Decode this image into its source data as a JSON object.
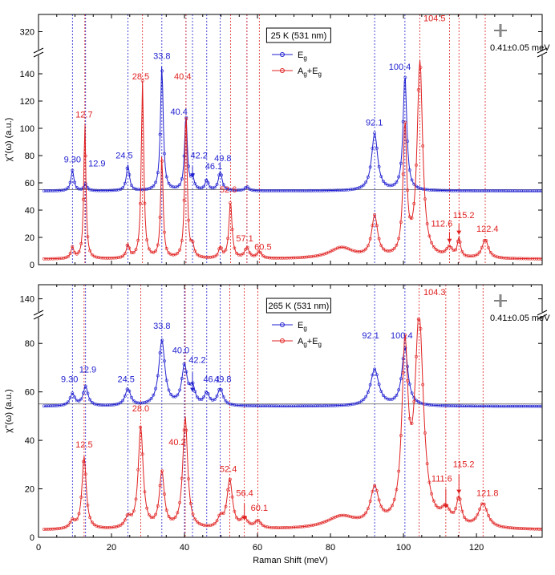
{
  "colors": {
    "eg": "#2020d0",
    "ag": "#e02020",
    "axis": "#000000",
    "baseline": "#555555"
  },
  "chart_data": [
    {
      "type": "line",
      "panel_label": "25 K (531 nm)",
      "resolution_label": "0.41±0.05 meV",
      "ylabel": "χ''(ω) (a.u.)",
      "xlim": [
        0,
        138
      ],
      "ylim": [
        0,
        150
      ],
      "ylim_upper_break": [
        310,
        330
      ],
      "yticks": [
        0,
        20,
        40,
        60,
        80,
        100,
        120,
        140
      ],
      "yticks_upper": [
        320
      ],
      "baseline_y": 55,
      "series": [
        {
          "name": "Eg",
          "label_main": "E",
          "label_sub": "g",
          "color": "#2020d0",
          "offset": 54,
          "peaks": [
            [
              9.3,
              15,
              0.5
            ],
            [
              12.9,
              5,
              0.5
            ],
            [
              24.5,
              19,
              0.5
            ],
            [
              33.8,
              92,
              0.45
            ],
            [
              40.4,
              55,
              0.45
            ],
            [
              42.2,
              9,
              0.5
            ],
            [
              46.1,
              8,
              0.5
            ],
            [
              49.8,
              14,
              0.6
            ],
            [
              57.1,
              3,
              0.6
            ],
            [
              92.1,
              42,
              1.0
            ],
            [
              100.4,
              85,
              0.6
            ]
          ]
        },
        {
          "name": "Ag+Eg",
          "label_main": "A",
          "label_sub": "g",
          "label_rest": "+E",
          "label_sub2": "g",
          "color": "#e02020",
          "offset": 4,
          "peaks": [
            [
              9.3,
              8,
              0.5
            ],
            [
              12.7,
              100,
              0.35
            ],
            [
              24.5,
              10,
              0.5
            ],
            [
              28.5,
              130,
              0.4
            ],
            [
              33.8,
              75,
              0.4
            ],
            [
              40.4,
              108,
              0.4
            ],
            [
              42.2,
              8,
              0.5
            ],
            [
              49.8,
              8,
              0.5
            ],
            [
              52.6,
              42,
              0.5
            ],
            [
              57.1,
              8,
              0.7
            ],
            [
              60.5,
              5,
              0.7
            ],
            [
              83,
              8,
              4
            ],
            [
              92.1,
              30,
              1.0
            ],
            [
              100.4,
              95,
              0.6
            ],
            [
              104.5,
              145,
              0.9
            ],
            [
              112.6,
              7,
              1.0
            ],
            [
              115.2,
              14,
              0.5
            ],
            [
              122.4,
              14,
              1.0
            ]
          ]
        }
      ],
      "peak_labels": [
        {
          "text": "9.30",
          "x": 9.3,
          "y": 75,
          "color": "eg"
        },
        {
          "text": "12.9",
          "x": 16,
          "y": 72,
          "color": "eg"
        },
        {
          "text": "24.5",
          "x": 23.5,
          "y": 78,
          "color": "eg"
        },
        {
          "text": "33.8",
          "x": 33.8,
          "y": 151,
          "color": "eg"
        },
        {
          "text": "40.4",
          "x": 38.5,
          "y": 110,
          "color": "eg"
        },
        {
          "text": "42.2",
          "x": 44,
          "y": 78,
          "color": "eg"
        },
        {
          "text": "46.1",
          "x": 48,
          "y": 70,
          "color": "eg"
        },
        {
          "text": "49.8",
          "x": 50.5,
          "y": 76,
          "color": "eg"
        },
        {
          "text": "92.1",
          "x": 92,
          "y": 102,
          "color": "eg"
        },
        {
          "text": "100.4",
          "x": 99,
          "y": 143,
          "color": "eg"
        },
        {
          "text": "12.7",
          "x": 12.5,
          "y": 108,
          "color": "ag"
        },
        {
          "text": "28.5",
          "x": 28,
          "y": 136,
          "color": "ag"
        },
        {
          "text": "40.4",
          "x": 39.5,
          "y": 136,
          "color": "ag"
        },
        {
          "text": "52.6",
          "x": 52,
          "y": 53,
          "color": "ag"
        },
        {
          "text": "57.1",
          "x": 56.5,
          "y": 17,
          "color": "ag"
        },
        {
          "text": "60.5",
          "x": 61.5,
          "y": 11,
          "color": "ag"
        },
        {
          "text": "112.6",
          "x": 110.5,
          "y": 28,
          "color": "ag"
        },
        {
          "text": "115.2",
          "x": 116.5,
          "y": 34,
          "color": "ag"
        },
        {
          "text": "122.4",
          "x": 123,
          "y": 24,
          "color": "ag"
        }
      ],
      "upper_labels": [
        {
          "text": "104.5",
          "x": 108.5,
          "y": 326,
          "color": "ag"
        }
      ],
      "arrows": [
        {
          "x": 42.2,
          "y_from": 72,
          "y_to": 64,
          "color": "eg"
        },
        {
          "x": 112.6,
          "y_from": 24,
          "y_to": 16,
          "color": "ag"
        },
        {
          "x": 115.2,
          "y_from": 30,
          "y_to": 22,
          "color": "ag"
        }
      ],
      "vlines_eg": [
        9.3,
        12.9,
        24.5,
        33.8,
        40.4,
        42.2,
        46.1,
        49.8,
        57.1,
        92.1,
        100.4
      ],
      "vlines_ag": [
        12.7,
        28.5,
        40.4,
        52.6,
        57.1,
        60.5,
        104.5,
        112.6,
        115.2,
        122.4
      ]
    },
    {
      "type": "line",
      "panel_label": "265 K (531 nm)",
      "resolution_label": "0.41±0.05 meV",
      "ylabel": "χ''(ω) (a.u.)",
      "xlabel": "Raman Shift (meV)",
      "xlim": [
        0,
        138
      ],
      "xticks": [
        0,
        20,
        40,
        60,
        80,
        100,
        120
      ],
      "ylim": [
        0,
        90
      ],
      "ylim_upper_break": [
        133,
        148
      ],
      "yticks": [
        0,
        20,
        40,
        60,
        80
      ],
      "yticks_upper": [
        140
      ],
      "baseline_y": 55,
      "series": [
        {
          "name": "Eg",
          "label_main": "E",
          "label_sub": "g",
          "color": "#2020d0",
          "offset": 54,
          "peaks": [
            [
              9.3,
              5,
              0.8
            ],
            [
              12.9,
              8,
              0.8
            ],
            [
              24.5,
              7,
              0.9
            ],
            [
              33.8,
              27,
              1.0
            ],
            [
              40.0,
              16,
              0.9
            ],
            [
              42.2,
              7,
              0.8
            ],
            [
              46.1,
              5,
              0.8
            ],
            [
              49.8,
              7,
              0.9
            ],
            [
              92.1,
              15,
              1.4
            ],
            [
              100.4,
              24,
              1.0
            ]
          ]
        },
        {
          "name": "Ag+Eg",
          "label_main": "A",
          "label_sub": "g",
          "label_rest": "+E",
          "label_sub2": "g",
          "color": "#e02020",
          "offset": 3,
          "peaks": [
            [
              9.3,
              3,
              0.8
            ],
            [
              12.5,
              30,
              0.7
            ],
            [
              24.5,
              4,
              0.9
            ],
            [
              28.0,
              42,
              0.8
            ],
            [
              33.8,
              23,
              0.8
            ],
            [
              40.2,
              46,
              0.8
            ],
            [
              49.8,
              4,
              0.8
            ],
            [
              52.4,
              20,
              0.9
            ],
            [
              56.4,
              4,
              1.0
            ],
            [
              60.1,
              3,
              1.0
            ],
            [
              83,
              5,
              5
            ],
            [
              92.1,
              15,
              1.4
            ],
            [
              100.4,
              70,
              1.0
            ],
            [
              104.3,
              85,
              1.4
            ],
            [
              111.6,
              6,
              1.5
            ],
            [
              115.2,
              11,
              0.8
            ],
            [
              121.8,
              10,
              1.5
            ]
          ]
        }
      ],
      "peak_labels": [
        {
          "text": "9.30",
          "x": 8.5,
          "y": 64,
          "color": "eg"
        },
        {
          "text": "12.9",
          "x": 13.5,
          "y": 68,
          "color": "eg"
        },
        {
          "text": "24.5",
          "x": 24,
          "y": 64,
          "color": "eg"
        },
        {
          "text": "33.8",
          "x": 33.8,
          "y": 86,
          "color": "eg"
        },
        {
          "text": "40.0",
          "x": 39,
          "y": 76,
          "color": "eg"
        },
        {
          "text": "42.2",
          "x": 43.5,
          "y": 72,
          "color": "eg"
        },
        {
          "text": "46.1",
          "x": 47.5,
          "y": 64,
          "color": "eg"
        },
        {
          "text": "49.8",
          "x": 50.5,
          "y": 64,
          "color": "eg"
        },
        {
          "text": "92.1",
          "x": 91,
          "y": 82,
          "color": "eg"
        },
        {
          "text": "100.4",
          "x": 99.5,
          "y": 82,
          "color": "eg"
        },
        {
          "text": "12.5",
          "x": 12.5,
          "y": 37,
          "color": "ag"
        },
        {
          "text": "28.0",
          "x": 28,
          "y": 52,
          "color": "ag"
        },
        {
          "text": "40.2",
          "x": 38,
          "y": 38,
          "color": "ag"
        },
        {
          "text": "52.4",
          "x": 52,
          "y": 27,
          "color": "ag"
        },
        {
          "text": "56.4",
          "x": 56.5,
          "y": 17,
          "color": "ag"
        },
        {
          "text": "60.1",
          "x": 60.5,
          "y": 11,
          "color": "ag"
        },
        {
          "text": "111.6",
          "x": 110.5,
          "y": 23,
          "color": "ag"
        },
        {
          "text": "115.2",
          "x": 116.5,
          "y": 29,
          "color": "ag"
        },
        {
          "text": "121.8",
          "x": 123,
          "y": 17,
          "color": "ag"
        }
      ],
      "upper_labels": [
        {
          "text": "104.3",
          "x": 108.5,
          "y": 142,
          "color": "ag"
        }
      ],
      "arrows": [
        {
          "x": 42.2,
          "y_from": 68,
          "y_to": 60,
          "color": "eg"
        },
        {
          "x": 56.4,
          "y_from": 14,
          "y_to": 7,
          "color": "ag"
        },
        {
          "x": 111.6,
          "y_from": 20,
          "y_to": 12,
          "color": "ag"
        },
        {
          "x": 115.2,
          "y_from": 26,
          "y_to": 18,
          "color": "ag"
        }
      ],
      "vlines_eg": [
        9.3,
        12.9,
        24.5,
        33.8,
        40.0,
        42.2,
        46.1,
        49.8,
        92.1,
        100.4
      ],
      "vlines_ag": [
        12.5,
        28.0,
        40.2,
        52.4,
        56.4,
        60.1,
        104.3,
        111.6,
        115.2,
        121.8
      ]
    }
  ]
}
